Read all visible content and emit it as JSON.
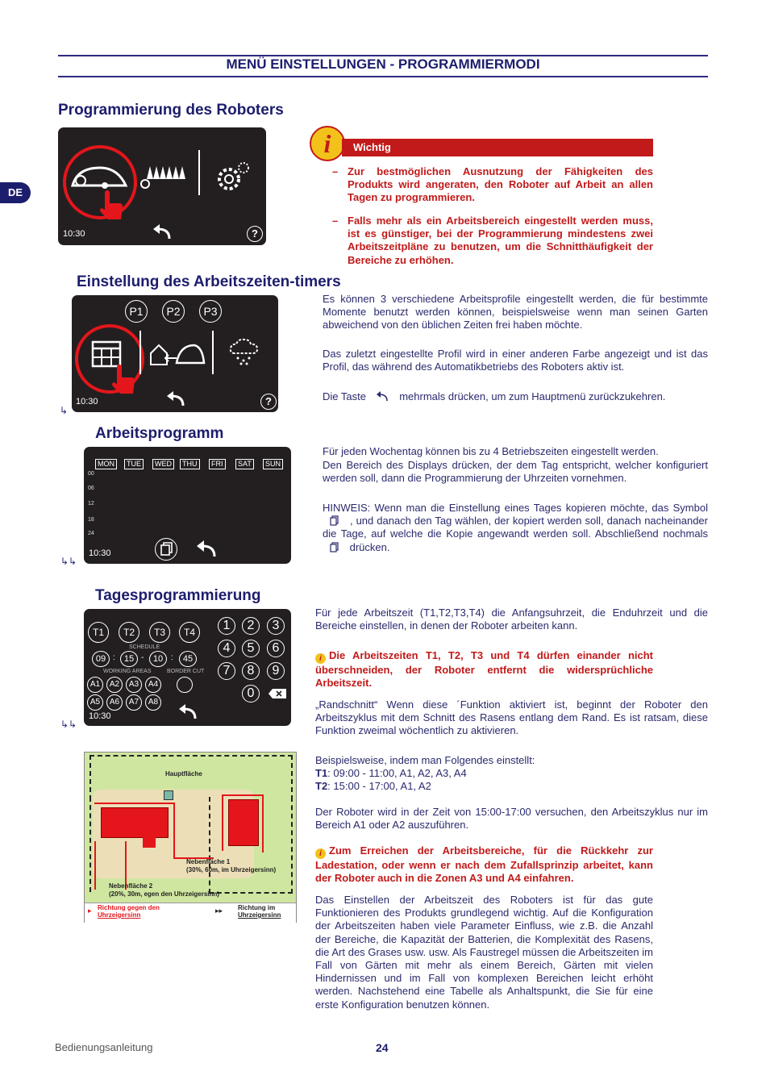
{
  "header": {
    "title": "MENÜ EINSTELLUNGEN - PROGRAMMIERMODI"
  },
  "lang_tab": "DE",
  "sections": {
    "s1": "Programmierung des Roboters",
    "s2": "Einstellung des Arbeitszeiten-timers",
    "s3": "Arbeitsprogramm",
    "s4": "Tagesprogrammierung"
  },
  "screen1": {
    "time": "10:30",
    "help": "?"
  },
  "screen2": {
    "profiles": [
      "P1",
      "P2",
      "P3"
    ],
    "time": "10:30",
    "help": "?"
  },
  "screen3": {
    "days": [
      "MON",
      "TUE",
      "WED",
      "THU",
      "FRI",
      "SAT",
      "SUN"
    ],
    "hours": [
      "00",
      "06",
      "12",
      "18",
      "24"
    ],
    "time": "10:30"
  },
  "screen4": {
    "slots": [
      "T1",
      "T2",
      "T3",
      "T4"
    ],
    "schedule_label": "SCHEDULE",
    "schedule_values": [
      "09",
      "15",
      "10",
      "45"
    ],
    "working_areas_label": "WORKING AREAS",
    "border_cut_label": "BORDER CUT",
    "areas": [
      "A1",
      "A2",
      "A3",
      "A4",
      "A5",
      "A6",
      "A7",
      "A8"
    ],
    "keypad": [
      "1",
      "2",
      "3",
      "4",
      "5",
      "6",
      "7",
      "8",
      "9",
      "0"
    ],
    "time": "10:30"
  },
  "important": {
    "label": "Wichtig",
    "items": [
      "Zur bestmöglichen Ausnutzung der Fähigkeiten des Produkts wird angeraten, den Roboter auf Arbeit an allen Tagen zu programmieren.",
      "Falls mehr als ein Arbeitsbereich eingestellt werden muss, ist es günstiger, bei der Programmierung mindestens zwei Arbeitszeitpläne zu benutzen, um die Schnitthäufigkeit der Bereiche zu erhöhen."
    ]
  },
  "text": {
    "p1": "Es können 3 verschiedene Arbeitsprofile eingestellt werden, die für bestimmte Momente benutzt werden können, beispielsweise wenn man seinen Garten abweichend von den üblichen Zeiten frei haben möchte.",
    "p2": "Das zuletzt eingestellte Profil wird in einer anderen Farbe angezeigt und ist das Profil, das während des Automatikbetriebs des Roboters aktiv ist.",
    "p3a": "Die Taste",
    "p3b": "mehrmals drücken, um zum Hauptmenü zurückzukehren.",
    "p4": "Für jeden Wochentag können bis zu 4 Betriebszeiten eingestellt werden.",
    "p5": "Den Bereich des Displays drücken, der dem Tag entspricht, welcher konfiguriert werden soll, dann die Programmierung der Uhrzeiten vornehmen.",
    "p6a": "HINWEIS: Wenn man die Einstellung eines Tages kopieren möchte, das Symbol",
    "p6b": ", und danach den Tag wählen, der kopiert werden soll, danach nacheinander die Tage, auf welche die Kopie angewandt werden soll. Abschließend nochmals",
    "p6c": "drücken.",
    "p7": "Für jede Arbeitszeit (T1,T2,T3,T4) die Anfangsuhrzeit, die Enduhrzeit und die Bereiche einstellen, in denen der Roboter arbeiten kann.",
    "p8": "Die Arbeitszeiten T1, T2, T3 und T4 dürfen einander nicht überschneiden, der Roboter entfernt die widersprüchliche Arbeitszeit.",
    "p9": "„Randschnitt“ Wenn diese ´Funktion aktiviert ist, beginnt der Roboter den Arbeitszyklus mit dem Schnitt des Rasens entlang dem Rand. Es ist ratsam, diese Funktion zweimal wöchentlich zu aktivieren.",
    "p10": "Beispielsweise, indem man Folgendes einstellt:",
    "t1_label": "T1",
    "t1_value": ":  09:00 - 11:00, A1, A2, A3, A4",
    "t2_label": "T2",
    "t2_value": ": 15:00 - 17:00, A1, A2",
    "p11": "Der Roboter wird in der Zeit von 15:00-17:00 versuchen, den Arbeitszyklus nur im Bereich A1 oder A2 auszuführen.",
    "p12": "Zum Erreichen der Arbeitsbereiche, für die Rückkehr zur Ladestation, oder wenn er nach dem Zufallsprinzip arbeitet, kann der Roboter auch in die Zonen A3 und A4 einfahren.",
    "p13": "Das Einstellen der Arbeitszeit des Roboters ist für das gute Funktionieren des Produkts grundlegend wichtig. Auf die Konfiguration der Arbeitszeiten haben viele Parameter Einfluss, wie z.B. die Anzahl der Bereiche, die Kapazität der Batterien, die Komplexität des Rasens, die Art des Grases usw. usw. Als Faustregel müssen die Arbeitszeiten im Fall von Gärten mit mehr als einem Bereich, Gärten mit vielen Hindernissen und im Fall von komplexen Bereichen leicht erhöht werden. Nachstehend eine Tabelle als Anhaltspunkt, die Sie für eine erste Konfiguration benutzen können."
  },
  "map": {
    "main_area": "Hauptfläche",
    "area1_line1": "Nebenfläche 1",
    "area1_line2": "(30%, 60m, im Uhrzeigersinn)",
    "area2_line1": "Nebenfläche 2",
    "area2_line2": "(20%, 30m, egen den Uhrzeigersinn)",
    "legend_ccw_1": "Richtung gegen den",
    "legend_ccw_2": "Uhrzeigersinn",
    "legend_cw_1": "Richtung im",
    "legend_cw_2": "Uhrzeigersinn",
    "grass_color": "#cfe6a0",
    "house_color": "#e4161b"
  },
  "footer": {
    "left": "Bedienungsanleitung",
    "page": "24"
  }
}
